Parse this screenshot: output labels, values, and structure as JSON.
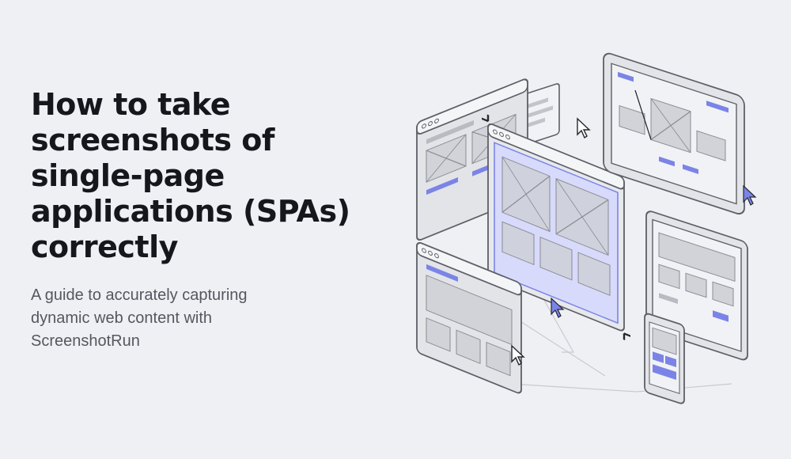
{
  "hero": {
    "title_lines": [
      "How to take",
      "screenshots of",
      "single-page",
      "applications (SPAs)",
      "correctly"
    ],
    "subtitle_lines": [
      "A guide to accurately capturing",
      "dynamic web content with",
      "ScreenshotRun"
    ]
  },
  "colors": {
    "background": "#eef0f4",
    "heading": "#16161d",
    "subtitle": "#55575f",
    "accent": "#7b84e6",
    "frame_stroke": "#5d5f66",
    "frame_fill": "#d9dadf",
    "highlight_fill": "#d7dafb"
  }
}
